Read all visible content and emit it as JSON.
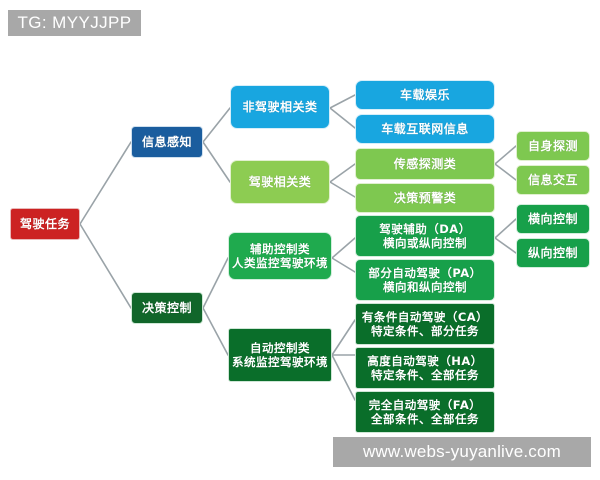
{
  "overlay": {
    "tag": "TG: MYYJJPP",
    "watermark": "www.webs-yuyanlive.com"
  },
  "colors": {
    "root": "#cc2222",
    "blue_dark": "#1a5d9e",
    "blue_light": "#18a6e0",
    "green_dark": "#11662a",
    "green_light": "#8dcc52",
    "green_mid": "#1faa4e",
    "green_deep": "#0a6e2a",
    "link": "#9aa3a8",
    "background": "#ffffff"
  },
  "diagram": {
    "type": "tree",
    "orientation": "left-to-right",
    "root": {
      "label": "驾驶任务"
    },
    "level2": [
      {
        "id": "perception",
        "label": "信息感知"
      },
      {
        "id": "decision",
        "label": "决策控制"
      }
    ],
    "level3": [
      {
        "id": "non-driving",
        "label": "非驾驶相关类",
        "parent": "perception"
      },
      {
        "id": "driving",
        "label": "驾驶相关类",
        "parent": "perception"
      },
      {
        "id": "assist-control",
        "line1": "辅助控制类",
        "line2": "人类监控驾驶环境",
        "parent": "decision"
      },
      {
        "id": "auto-control",
        "line1": "自动控制类",
        "line2": "系统监控驾驶环境",
        "parent": "decision"
      }
    ],
    "level4": [
      {
        "id": "infotainment",
        "label": "车载娱乐",
        "parent": "non-driving"
      },
      {
        "id": "internet-info",
        "label": "车载互联网信息",
        "parent": "non-driving"
      },
      {
        "id": "sensing",
        "label": "传感探测类",
        "parent": "driving"
      },
      {
        "id": "warning",
        "label": "决策预警类",
        "parent": "driving"
      },
      {
        "id": "da",
        "line1": "驾驶辅助（DA）",
        "line2": "横向或纵向控制",
        "parent": "assist-control"
      },
      {
        "id": "pa",
        "line1": "部分自动驾驶（PA）",
        "line2": "横向和纵向控制",
        "parent": "assist-control"
      },
      {
        "id": "ca",
        "line1": "有条件自动驾驶（CA）",
        "line2": "特定条件、部分任务",
        "parent": "auto-control"
      },
      {
        "id": "ha",
        "line1": "高度自动驾驶（HA）",
        "line2": "特定条件、全部任务",
        "parent": "auto-control"
      },
      {
        "id": "fa",
        "line1": "完全自动驾驶（FA）",
        "line2": "全部条件、全部任务",
        "parent": "auto-control"
      }
    ],
    "level5": [
      {
        "id": "self-detect",
        "label": "自身探测",
        "parent": "sensing"
      },
      {
        "id": "info-exchange",
        "label": "信息交互",
        "parent": "sensing"
      },
      {
        "id": "lateral",
        "label": "横向控制",
        "parent": "da"
      },
      {
        "id": "longitudinal",
        "label": "纵向控制",
        "parent": "da"
      }
    ]
  }
}
